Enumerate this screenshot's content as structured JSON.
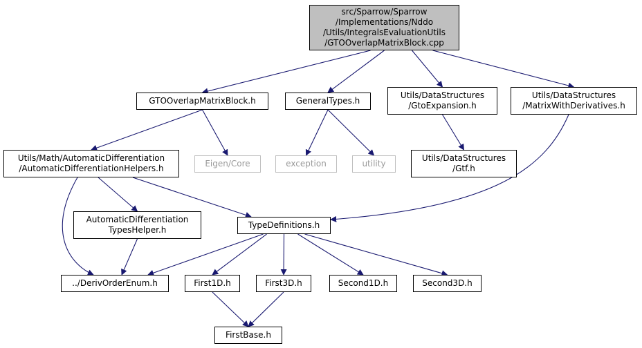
{
  "colors": {
    "edge": "#191970",
    "root_fill": "#bfbfbf",
    "node_border": "#000000",
    "system_border": "#bfbfbf",
    "system_text": "#9a9a9a"
  },
  "nodes": [
    {
      "id": "root",
      "kind": "root",
      "lines": [
        "src/Sparrow/Sparrow",
        "/Implementations/Nddo",
        "/Utils/IntegralsEvaluationUtils",
        "/GTOOverlapMatrixBlock.cpp"
      ]
    },
    {
      "id": "gtoblockh",
      "kind": "normal",
      "lines": [
        "GTOOverlapMatrixBlock.h"
      ]
    },
    {
      "id": "generaltypes",
      "kind": "normal",
      "lines": [
        "GeneralTypes.h"
      ]
    },
    {
      "id": "gtoexpansion",
      "kind": "normal",
      "lines": [
        "Utils/DataStructures",
        "/GtoExpansion.h"
      ]
    },
    {
      "id": "matrixwithderiv",
      "kind": "normal",
      "lines": [
        "Utils/DataStructures",
        "/MatrixWithDerivatives.h"
      ]
    },
    {
      "id": "autodiffhelpers",
      "kind": "normal",
      "lines": [
        "Utils/Math/AutomaticDifferentiation",
        "/AutomaticDifferentiationHelpers.h"
      ]
    },
    {
      "id": "eigencore",
      "kind": "system",
      "lines": [
        "Eigen/Core"
      ]
    },
    {
      "id": "exception",
      "kind": "system",
      "lines": [
        "exception"
      ]
    },
    {
      "id": "utility",
      "kind": "system",
      "lines": [
        "utility"
      ]
    },
    {
      "id": "gtf",
      "kind": "normal",
      "lines": [
        "Utils/DataStructures",
        "/Gtf.h"
      ]
    },
    {
      "id": "autodifftypes",
      "kind": "normal",
      "lines": [
        "AutomaticDifferentiation",
        "TypesHelper.h"
      ]
    },
    {
      "id": "typedefs",
      "kind": "normal",
      "lines": [
        "TypeDefinitions.h"
      ]
    },
    {
      "id": "derivorder",
      "kind": "normal",
      "lines": [
        "../DerivOrderEnum.h"
      ]
    },
    {
      "id": "first1d",
      "kind": "normal",
      "lines": [
        "First1D.h"
      ]
    },
    {
      "id": "first3d",
      "kind": "normal",
      "lines": [
        "First3D.h"
      ]
    },
    {
      "id": "second1d",
      "kind": "normal",
      "lines": [
        "Second1D.h"
      ]
    },
    {
      "id": "second3d",
      "kind": "normal",
      "lines": [
        "Second3D.h"
      ]
    },
    {
      "id": "firstbase",
      "kind": "normal",
      "lines": [
        "FirstBase.h"
      ]
    }
  ],
  "edges": [
    {
      "from": "root",
      "to": "gtoblockh"
    },
    {
      "from": "root",
      "to": "generaltypes"
    },
    {
      "from": "root",
      "to": "gtoexpansion"
    },
    {
      "from": "root",
      "to": "matrixwithderiv"
    },
    {
      "from": "gtoblockh",
      "to": "autodiffhelpers"
    },
    {
      "from": "gtoblockh",
      "to": "eigencore"
    },
    {
      "from": "generaltypes",
      "to": "exception"
    },
    {
      "from": "generaltypes",
      "to": "utility"
    },
    {
      "from": "gtoexpansion",
      "to": "gtf"
    },
    {
      "from": "matrixwithderiv",
      "to": "typedefs"
    },
    {
      "from": "autodiffhelpers",
      "to": "derivorder"
    },
    {
      "from": "autodiffhelpers",
      "to": "autodifftypes"
    },
    {
      "from": "autodiffhelpers",
      "to": "typedefs"
    },
    {
      "from": "autodifftypes",
      "to": "derivorder"
    },
    {
      "from": "typedefs",
      "to": "derivorder"
    },
    {
      "from": "typedefs",
      "to": "first1d"
    },
    {
      "from": "typedefs",
      "to": "first3d"
    },
    {
      "from": "typedefs",
      "to": "second1d"
    },
    {
      "from": "typedefs",
      "to": "second3d"
    },
    {
      "from": "first1d",
      "to": "firstbase"
    },
    {
      "from": "first3d",
      "to": "firstbase"
    }
  ]
}
